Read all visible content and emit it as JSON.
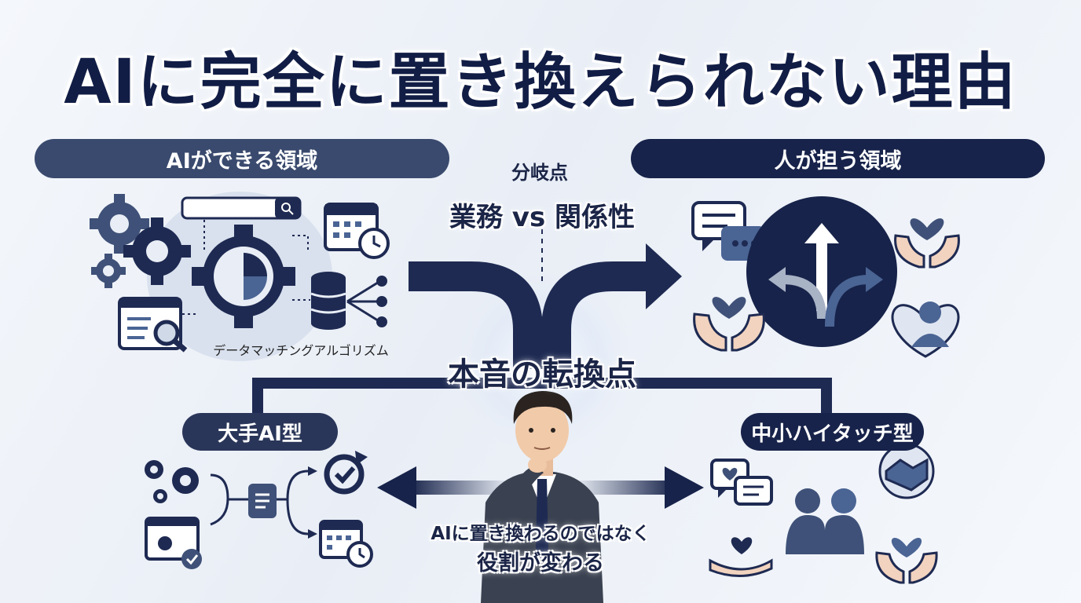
{
  "title": "AIに完全に置き換えられない理由",
  "left_domain": {
    "label": "AIができる領域",
    "caption": "データマッチングアルゴリズム"
  },
  "right_domain": {
    "label": "人が担う領域"
  },
  "branch_point": {
    "label": "分岐点",
    "contrast": "業務 vs 関係性"
  },
  "turning_point": {
    "label": "本音の転換点"
  },
  "types": {
    "large": "大手AI型",
    "small": "中小ハイタッチ型"
  },
  "message": {
    "line1": "AIに置き換わるのではなく",
    "line2": "役割が変わる"
  },
  "colors": {
    "navy": "#17234a",
    "slate": "#3a4a6e",
    "steel": "#4a6494",
    "light": "#dfe6f1"
  }
}
